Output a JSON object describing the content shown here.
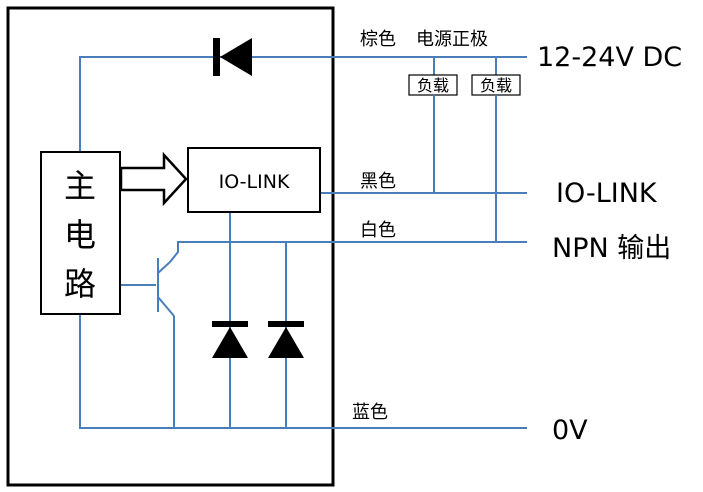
{
  "colors": {
    "wire": "#4a7ebb",
    "outline": "#000000",
    "background": "#ffffff"
  },
  "main_circuit": {
    "label_line1": "主",
    "label_line2": "电",
    "label_line3": "路"
  },
  "iolink_block": {
    "label": "IO-LINK"
  },
  "loads": {
    "left": "负载",
    "right": "负载"
  },
  "wires": {
    "brown": {
      "color_label": "棕色",
      "function_label": "电源正极",
      "terminal": "12-24V DC"
    },
    "black": {
      "color_label": "黑色",
      "terminal": "IO-LINK"
    },
    "white": {
      "color_label": "白色",
      "terminal": "NPN 输出"
    },
    "blue": {
      "color_label": "蓝色",
      "terminal": "0V"
    }
  },
  "icons": {
    "reverse_diode": "diode-left-icon",
    "zener_1": "diode-up-icon",
    "zener_2": "diode-up-icon",
    "transistor": "npn-transistor-icon",
    "signal_arrow": "hollow-arrow-right-icon"
  }
}
